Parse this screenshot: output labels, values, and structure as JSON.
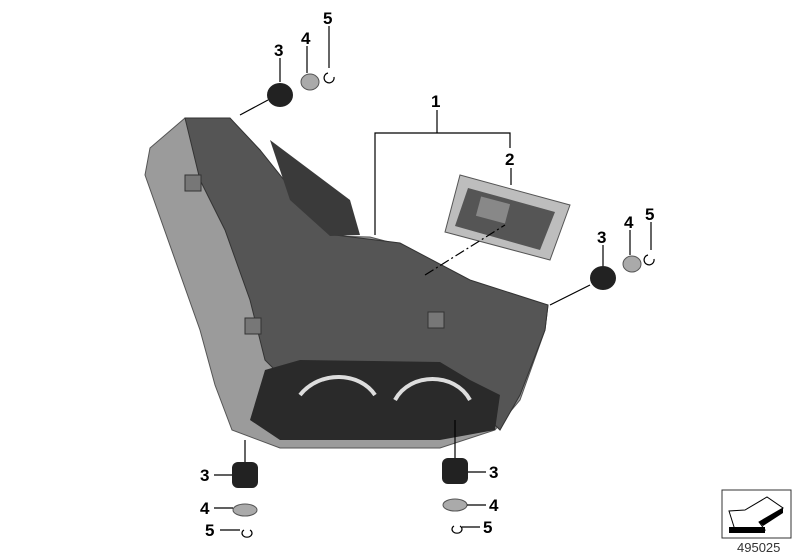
{
  "diagram": {
    "callouts": {
      "top_rubber_mount": "3",
      "top_washer": "4",
      "top_clip": "5",
      "headlight_assembly": "1",
      "control_unit": "2",
      "right_rubber_mount": "3",
      "right_washer": "4",
      "right_clip": "5",
      "bl_rubber_mount": "3",
      "bl_washer": "4",
      "bl_clip": "5",
      "br_rubber_mount": "3",
      "br_washer": "4",
      "br_clip": "5"
    },
    "reference_number": "495025",
    "navigation_icon": "arrow-back-icon"
  }
}
